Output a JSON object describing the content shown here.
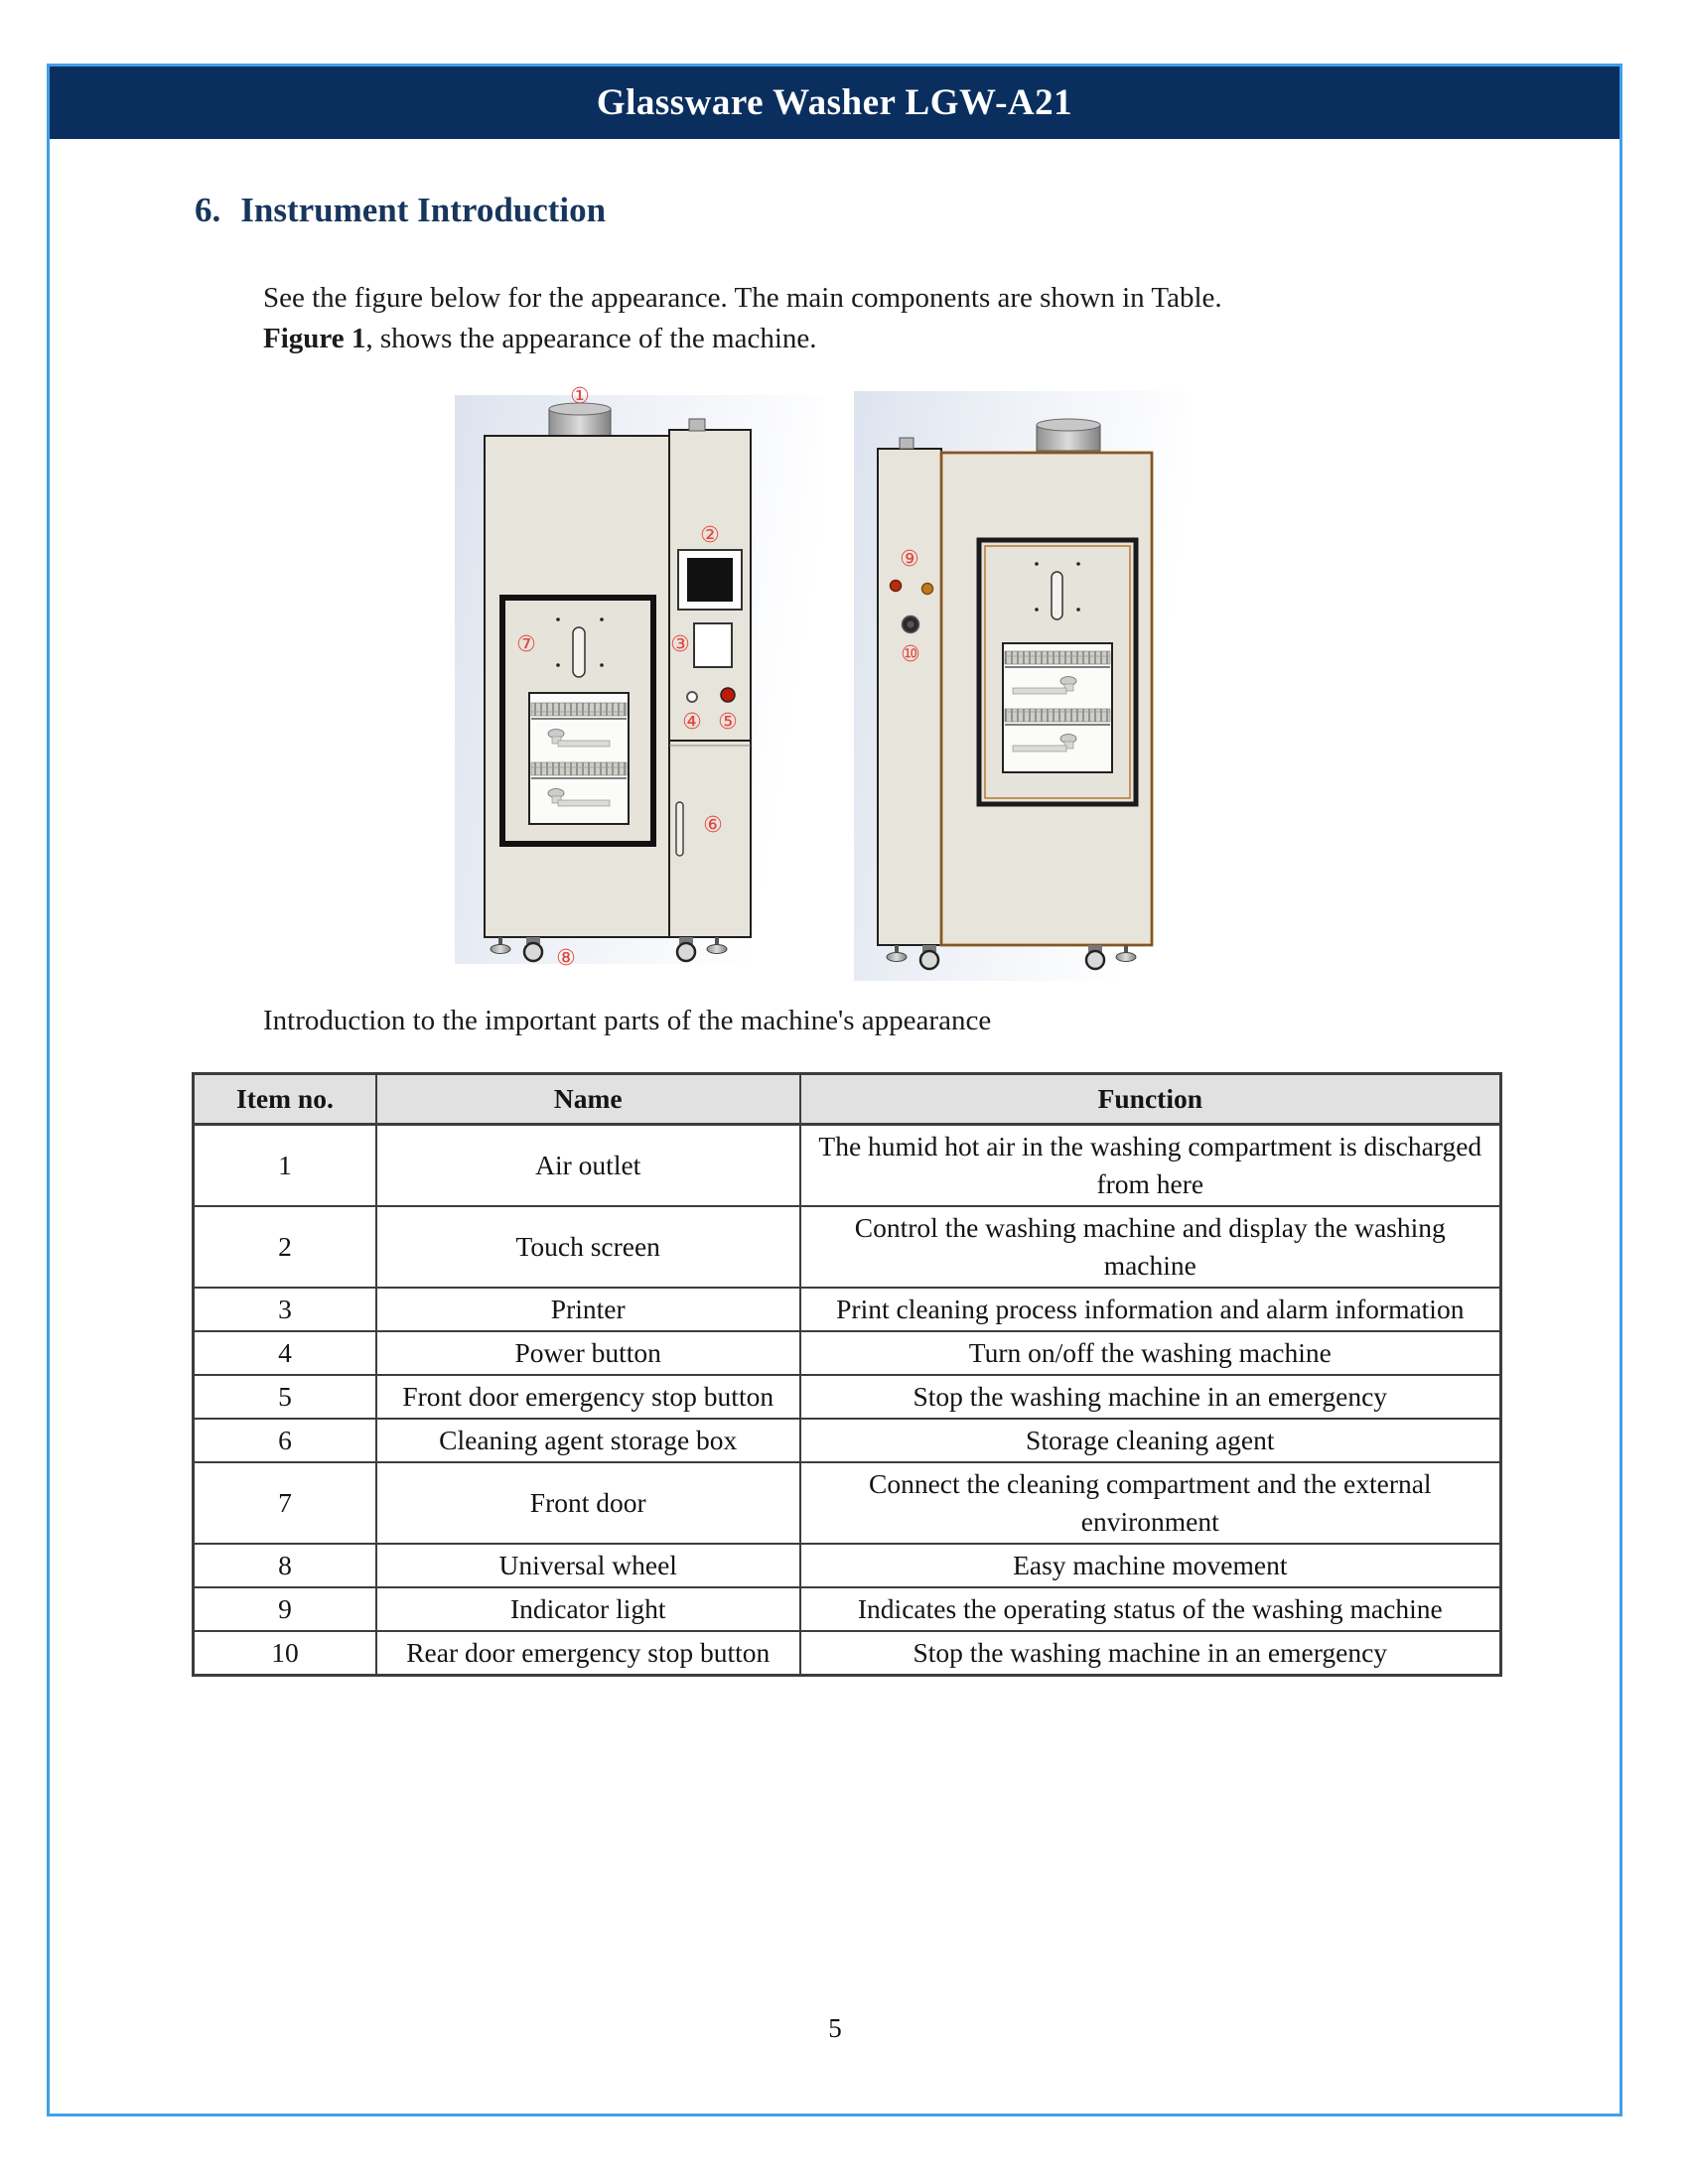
{
  "header": {
    "title": "Glassware Washer LGW-A21"
  },
  "section": {
    "number": "6.",
    "title": "Instrument Introduction"
  },
  "intro": {
    "line1": "See the figure below for the appearance. The main components are shown in Table.",
    "figure_label": "Figure 1",
    "line2_rest": ", shows the appearance of the machine."
  },
  "figure": {
    "callouts": [
      "①",
      "②",
      "③",
      "④",
      "⑤",
      "⑥",
      "⑦",
      "⑧",
      "⑨",
      "⑩"
    ]
  },
  "table_caption": "Introduction to the important parts of the machine's appearance",
  "table": {
    "headers": [
      "Item no.",
      "Name",
      "Function"
    ],
    "rows": [
      {
        "no": "1",
        "name": "Air outlet",
        "function": "The humid hot air in the washing compartment is discharged from here"
      },
      {
        "no": "2",
        "name": "Touch screen",
        "function": "Control the washing machine and display the washing machine"
      },
      {
        "no": "3",
        "name": "Printer",
        "function": "Print cleaning process information and alarm information"
      },
      {
        "no": "4",
        "name": "Power button",
        "function": "Turn on/off the washing machine"
      },
      {
        "no": "5",
        "name": "Front door emergency stop button",
        "function": "Stop the washing machine in an emergency"
      },
      {
        "no": "6",
        "name": "Cleaning agent storage box",
        "function": "Storage cleaning agent"
      },
      {
        "no": "7",
        "name": "Front door",
        "function": "Connect the cleaning compartment and the external environment"
      },
      {
        "no": "8",
        "name": "Universal wheel",
        "function": "Easy machine movement"
      },
      {
        "no": "9",
        "name": "Indicator light",
        "function": "Indicates the operating status of the washing machine"
      },
      {
        "no": "10",
        "name": "Rear door emergency stop button",
        "function": "Stop the washing machine in an emergency"
      }
    ]
  },
  "page": {
    "number": "5"
  },
  "colors": {
    "header_bar": "#0a2f5e",
    "page_border": "#41a0e8",
    "heading_text": "#17365d",
    "callout_red": "#e3453c",
    "table_header_bg": "#e1e1e1"
  }
}
